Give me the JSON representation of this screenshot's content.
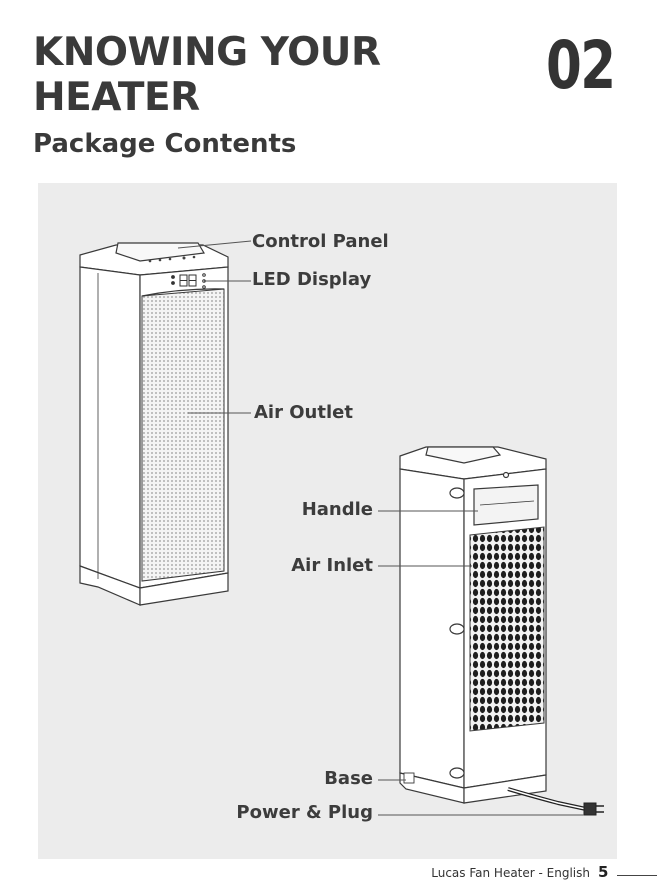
{
  "header": {
    "title_line1": "KNOWING YOUR",
    "title_line2": "HEATER",
    "chapter": "02",
    "subtitle": "Package Contents"
  },
  "callouts": {
    "control_panel": "Control Panel",
    "led_display": "LED Display",
    "air_outlet": "Air Outlet",
    "handle": "Handle",
    "air_inlet": "Air Inlet",
    "base": "Base",
    "power_plug": "Power & Plug"
  },
  "display": {
    "digits": "88"
  },
  "footer": {
    "text": "Lucas Fan Heater - English",
    "page": "5"
  },
  "colors": {
    "panel_bg": "#ececec",
    "ink": "#3a3a3a"
  }
}
